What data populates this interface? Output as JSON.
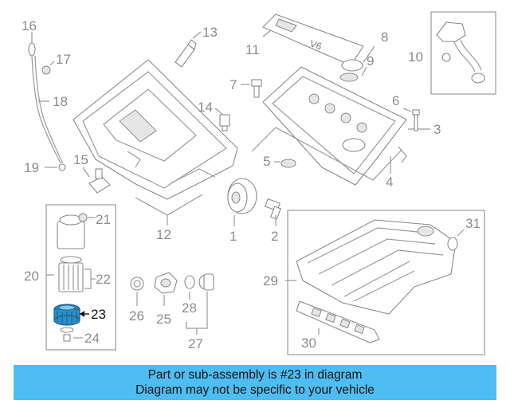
{
  "callouts": {
    "c1": "1",
    "c2": "2",
    "c3": "3",
    "c4": "4",
    "c5": "5",
    "c6": "6",
    "c7": "7",
    "c8": "8",
    "c9": "9",
    "c10": "10",
    "c11": "11",
    "c12": "12",
    "c13": "13",
    "c14": "14",
    "c15": "15",
    "c16": "16",
    "c17": "17",
    "c18": "18",
    "c19": "19",
    "c20": "20",
    "c21": "21",
    "c22": "22",
    "c23": "23",
    "c24": "24",
    "c25": "25",
    "c26": "26",
    "c27": "27",
    "c28": "28",
    "c29": "29",
    "c30": "30",
    "c31": "31"
  },
  "highlighted_part": "23",
  "cover_marking": "V6",
  "colors": {
    "highlight_part": "#2a8fc9",
    "banner_bg": "#4ebdf1",
    "line_art": "#8a8a8a"
  },
  "banner": {
    "line1": "Part or sub-assembly is #23 in diagram",
    "line2": "Diagram may not be specific to your vehicle"
  }
}
